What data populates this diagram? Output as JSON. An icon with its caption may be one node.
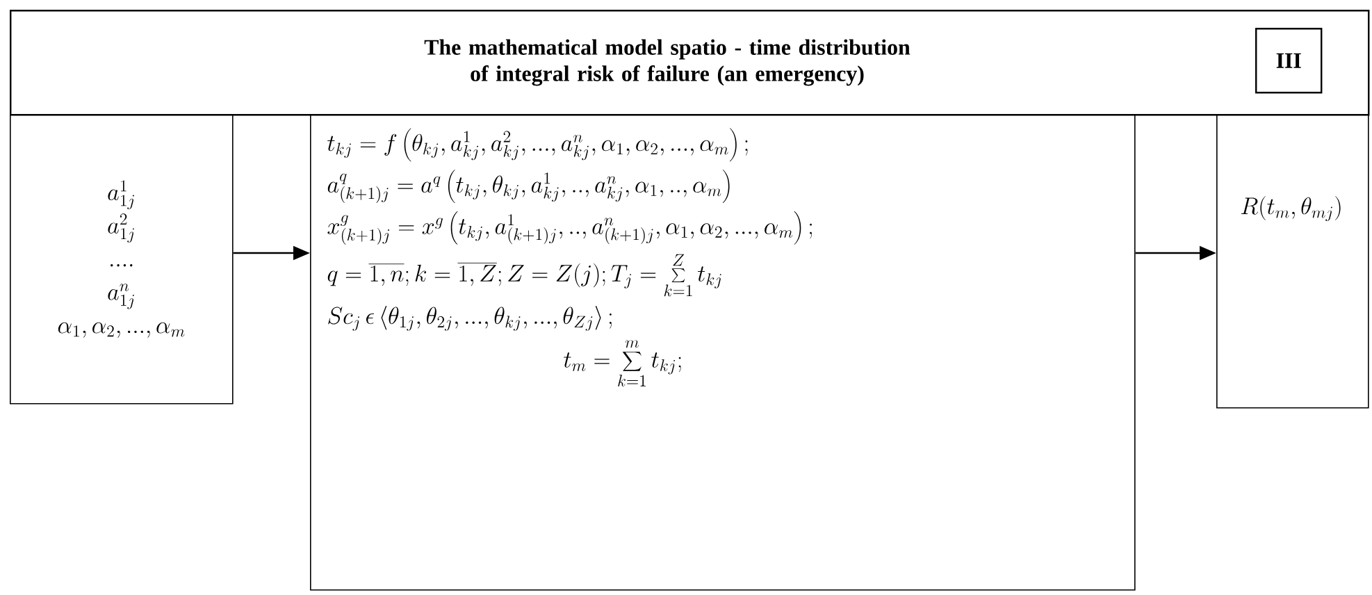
{
  "diagram": {
    "nodes": [
      {
        "text": [
          "The mathematical model spatio - time distribution of integral risk of failure (an emergency)"
        ]
      },
      {
        "text": [
          "III"
        ],
        "in": 0
      },
      {
        "text": [
          "a_{1j}^{1}",
          "a_{1j}^{2}",
          "....",
          "a_{1j}^{n}",
          "\\alpha_1,\\alpha_2,...,\\alpha_m"
        ]
      },
      {
        "text": [
          "t_{kj}=f\\left(\\theta_{kj},a_{kj}^{1},a_{kj}^{2},...,a_{kj}^{n},\\alpha_1,\\alpha_2,...,\\alpha_m\\right);",
          "a_{(k+1)j}^{q}=a^{q}\\left(t_{kj},\\theta_{kj},a_{kj}^{1},..,a_{kj}^{n},\\alpha_1,..,\\alpha_m\\right)",
          "x_{(k+1)j}^{g}=x^{g}\\left(t_{kj},a_{(k+1)j}^{1},..,a_{(k+1)j}^{n},\\alpha_1,\\alpha_2,...,\\alpha_m\\right);",
          "q=\\overline{1,n};k=\\overline{1,Z};Z=Z(j);T_j=\\sum\\limits_{k=1}^{Z}t_{kj}",
          "Sc_j\\,\\epsilon\\left\\langle\\theta_{1j},\\theta_{2j},...,\\theta_{kj},...,\\theta_{Zj}\\right\\rangle;",
          "t_m=\\sum_{k=1}^{m}t_{kj};"
        ]
      },
      {
        "text": [
          "R(t_m,\\theta_{mj})"
        ]
      }
    ],
    "edges": [
      {
        "from": 2,
        "to": 3,
        "arrow": "to"
      },
      {
        "from": 3,
        "to": 4,
        "arrow": "to"
      }
    ]
  }
}
